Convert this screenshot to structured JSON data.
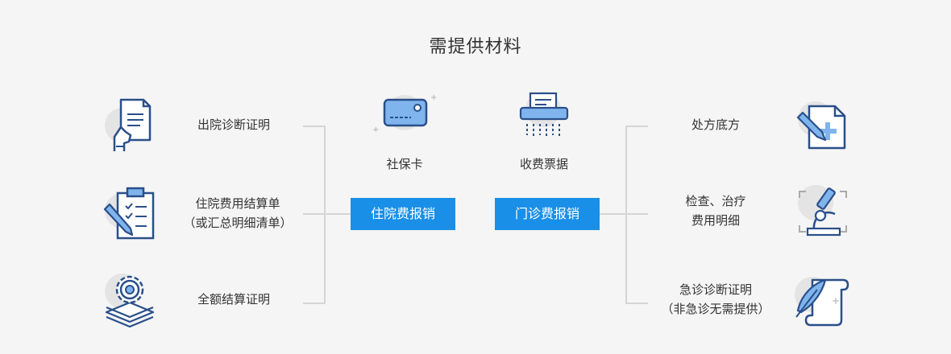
{
  "title": "需提供材料",
  "left_materials": [
    {
      "line1": "出院诊断证明",
      "icon": "document-hand-icon"
    },
    {
      "line1": "住院费用结算单",
      "line2": "（或汇总明细清单）",
      "icon": "clipboard-pen-icon"
    },
    {
      "line1": "全额结算证明",
      "icon": "gear-stack-icon"
    }
  ],
  "center_items": [
    {
      "label": "社保卡",
      "icon": "social-security-card-icon"
    },
    {
      "label": "收费票据",
      "icon": "receipt-printer-icon"
    }
  ],
  "buttons": {
    "inpatient": "住院费报销",
    "outpatient": "门诊费报销"
  },
  "right_materials": [
    {
      "line1": "处方底方",
      "icon": "prescription-pen-icon"
    },
    {
      "line1": "检查、治疗",
      "line2": "费用明细",
      "icon": "microscope-icon"
    },
    {
      "line1": "急诊诊断证明",
      "line2": "（非急诊无需提供）",
      "icon": "scroll-quill-icon"
    }
  ],
  "colors": {
    "accent": "#1a8fe8",
    "icon_stroke": "#2a4f8a",
    "icon_fill": "#7fb4ec",
    "connector": "#d5d5d5"
  }
}
